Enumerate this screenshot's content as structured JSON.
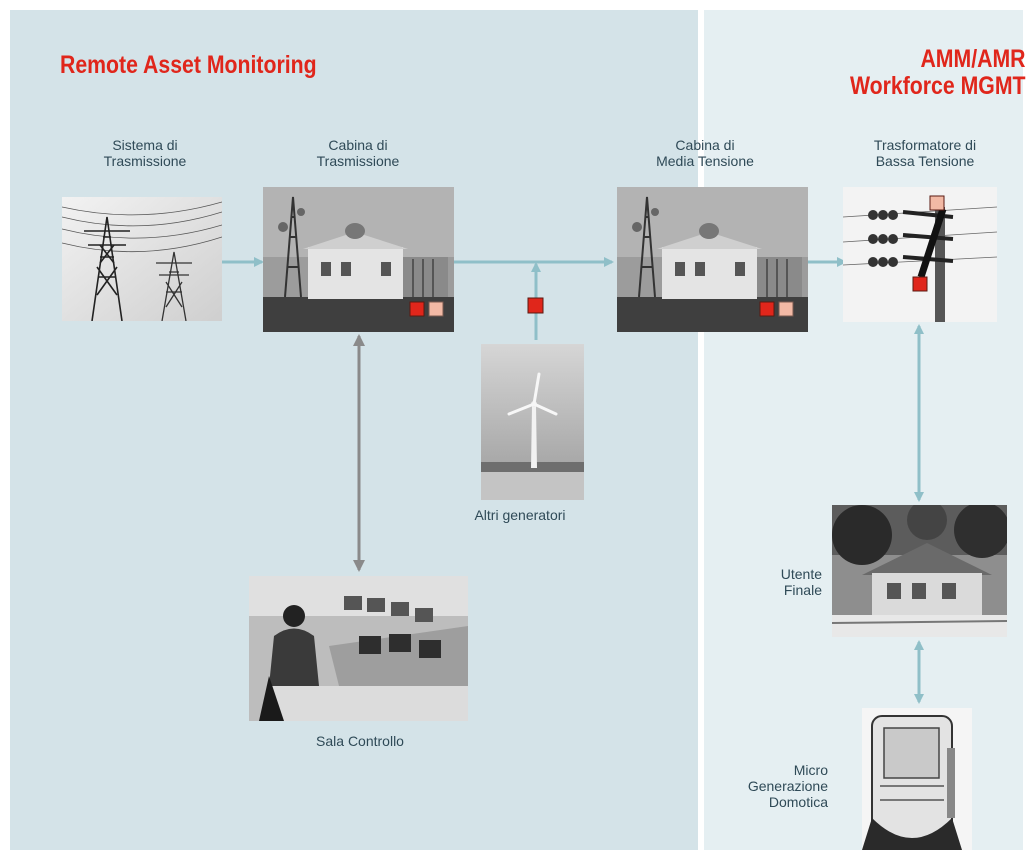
{
  "titles": {
    "left": "Remote Asset Monitoring",
    "right_line1": "AMM/AMR",
    "right_line2": "Workforce MGMT"
  },
  "nodes": {
    "sistema_trasmissione": [
      "Sistema di",
      "Trasmissione"
    ],
    "cabina_trasmissione": [
      "Cabina di",
      "Trasmissione"
    ],
    "cabina_media_tensione": [
      "Cabina di",
      "Media Tensione"
    ],
    "trasformatore_bassa_tensione": [
      "Trasformatore di",
      "Bassa Tensione"
    ],
    "altri_generatori": [
      "Altri generatori"
    ],
    "sala_controllo": [
      "Sala Controllo"
    ],
    "utente_finale": [
      "Utente",
      "Finale"
    ],
    "micro_generazione": [
      "Micro",
      "Generazione",
      "Domotica"
    ]
  },
  "icons": {
    "transmission_tower": "pylon-photo-icon",
    "substation": "substation-photo-icon",
    "wind_turbine": "wind-turbine-photo-icon",
    "control_room": "control-room-photo-icon",
    "pole_transformer": "pole-transformer-photo-icon",
    "house": "house-photo-icon",
    "micro_generator": "micro-generator-photo-icon"
  },
  "colors": {
    "title_red": "#e0261b",
    "sensor_red": "#e0261b",
    "sensor_pink": "#f2b9a5",
    "arrow_blue": "#8fbfc8",
    "arrow_gray": "#8a8a8a",
    "panel_left": "#d4e3e8",
    "panel_right": "#e5eff2",
    "label_text": "#2f4a57"
  }
}
